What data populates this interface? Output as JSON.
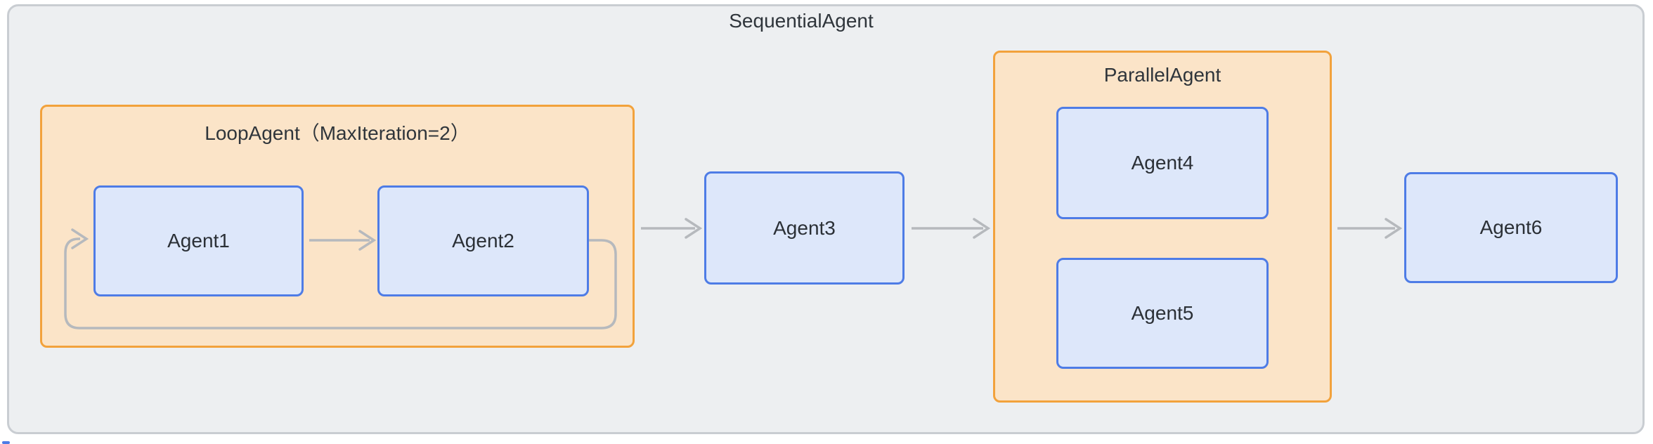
{
  "diagram": {
    "title": "SequentialAgent",
    "type": "flowchart-left-to-right"
  },
  "groups": [
    {
      "id": "loop",
      "title": "LoopAgent（MaxIteration=2）"
    },
    {
      "id": "parallel",
      "title": "ParallelAgent"
    }
  ],
  "nodes": [
    {
      "label": "Agent1"
    },
    {
      "label": "Agent2"
    },
    {
      "label": "Agent3"
    },
    {
      "label": "Agent4"
    },
    {
      "label": "Agent5"
    },
    {
      "label": "Agent6"
    }
  ],
  "edges": [
    {
      "from": "Agent1",
      "to": "Agent2",
      "type": "arrow"
    },
    {
      "from": "Agent2",
      "to": "Agent1",
      "type": "loop-back-arrow"
    },
    {
      "from": "LoopAgent",
      "to": "Agent3",
      "type": "arrow"
    },
    {
      "from": "Agent3",
      "to": "ParallelAgent",
      "type": "arrow"
    },
    {
      "from": "ParallelAgent",
      "to": "Agent6",
      "type": "arrow"
    }
  ],
  "colors": {
    "page_background": "#ffffff",
    "container_fill": "#edeff1",
    "container_border": "#c9cdd2",
    "group_fill": "#fbe4c8",
    "group_border": "#f2a23c",
    "node_fill": "#dde7fa",
    "node_border": "#4e7ce6",
    "edge": "#b6b9bd",
    "text": "#2f353b"
  }
}
